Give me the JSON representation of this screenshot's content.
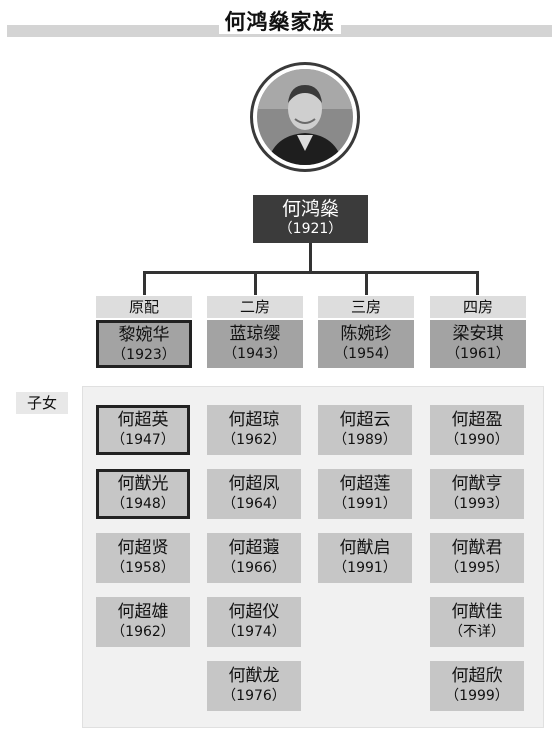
{
  "title": "何鸿燊家族",
  "patriarch": {
    "name": "何鸿燊",
    "year": "（1921）"
  },
  "wives": [
    {
      "rank": "原配",
      "name": "黎婉华",
      "year": "（1923）"
    },
    {
      "rank": "二房",
      "name": "蓝琼缨",
      "year": "（1943）"
    },
    {
      "rank": "三房",
      "name": "陈婉珍",
      "year": "（1954）"
    },
    {
      "rank": "四房",
      "name": "梁安琪",
      "year": "（1961）"
    }
  ],
  "children_label": "子女",
  "children": [
    [
      {
        "name": "何超英",
        "year": "（1947）"
      },
      {
        "name": "何猷光",
        "year": "（1948）"
      },
      {
        "name": "何超贤",
        "year": "（1958）"
      },
      {
        "name": "何超雄",
        "year": "（1962）"
      }
    ],
    [
      {
        "name": "何超琼",
        "year": "（1962）"
      },
      {
        "name": "何超凤",
        "year": "（1964）"
      },
      {
        "name": "何超蕸",
        "year": "（1966）"
      },
      {
        "name": "何超仪",
        "year": "（1974）"
      },
      {
        "name": "何猷龙",
        "year": "（1976）"
      }
    ],
    [
      {
        "name": "何超云",
        "year": "（1989）"
      },
      {
        "name": "何超莲",
        "year": "（1991）"
      },
      {
        "name": "何猷启",
        "year": "（1991）"
      }
    ],
    [
      {
        "name": "何超盈",
        "year": "（1990）"
      },
      {
        "name": "何猷亨",
        "year": "（1993）"
      },
      {
        "name": "何猷君",
        "year": "（1995）"
      },
      {
        "name": "何猷佳",
        "year": "（不详）"
      },
      {
        "name": "何超欣",
        "year": "（1999）"
      }
    ]
  ]
}
